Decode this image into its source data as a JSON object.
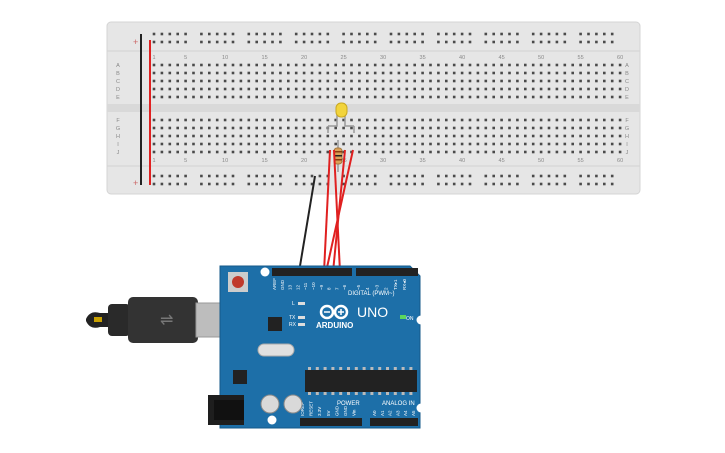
{
  "breadboard": {
    "column_numbers": [
      "1",
      "5",
      "10",
      "15",
      "20",
      "25",
      "30",
      "35",
      "40",
      "45",
      "50",
      "55",
      "60"
    ],
    "row_letters_top": [
      "A",
      "B",
      "C",
      "D",
      "E"
    ],
    "row_letters_bottom": [
      "F",
      "G",
      "H",
      "I",
      "J"
    ],
    "rail_plus": "+",
    "rail_minus": "-"
  },
  "arduino": {
    "brand": "ARDUINO",
    "model": "UNO",
    "on_label": "ON",
    "digital_label": "DIGITAL (PWM~)",
    "power_label": "POWER",
    "analog_label": "ANALOG IN",
    "top_pin_labels": [
      "AREF",
      "GND",
      "13",
      "12",
      "~11",
      "~10",
      "~9",
      "8",
      "7",
      "~6",
      "~5",
      "4",
      "~3",
      "2",
      "TX▸1",
      "RX◂0"
    ],
    "bottom_power_labels": [
      "IOREF",
      "RESET",
      "3.3V",
      "5V",
      "GND",
      "GND",
      "Vin"
    ],
    "analog_pin_labels": [
      "A0",
      "A1",
      "A2",
      "A3",
      "A4",
      "A5"
    ],
    "led_labels": [
      "L",
      "TX",
      "RX"
    ]
  },
  "colors": {
    "board": "#e6e6e6",
    "arduino": "#1d6fa8",
    "wire_red": "#e02020",
    "wire_black": "#222222",
    "led": "#f2d43c"
  }
}
